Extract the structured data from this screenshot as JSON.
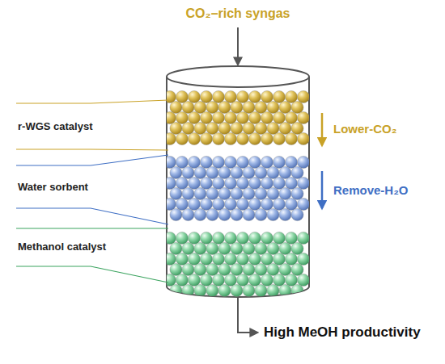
{
  "diagram": {
    "labels": [
      "CO₂–rich syngas",
      "r-WGS catalyst",
      "Water sorbent",
      "Methanol catalyst",
      "Lower-CO₂",
      "Remove-H₂O",
      "High MeOH productivity"
    ]
  }
}
